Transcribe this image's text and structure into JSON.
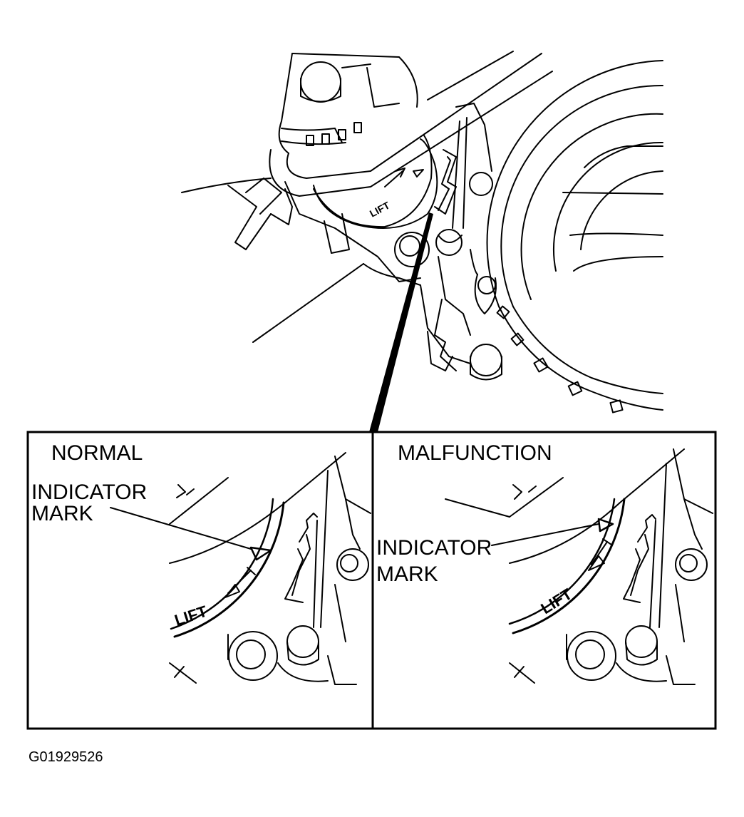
{
  "overview": {
    "dial_text": "LIFT"
  },
  "panels": [
    {
      "title": "NORMAL",
      "callout_line1": "INDICATOR",
      "callout_line2": "MARK",
      "dial_text": "LIFT"
    },
    {
      "title": "MALFUNCTION",
      "callout_line1": "INDICATOR",
      "callout_line2": "MARK",
      "dial_text": "LIFT"
    }
  ],
  "figure_id": "G01929526",
  "colors": {
    "line": "#000000",
    "background": "#ffffff"
  }
}
